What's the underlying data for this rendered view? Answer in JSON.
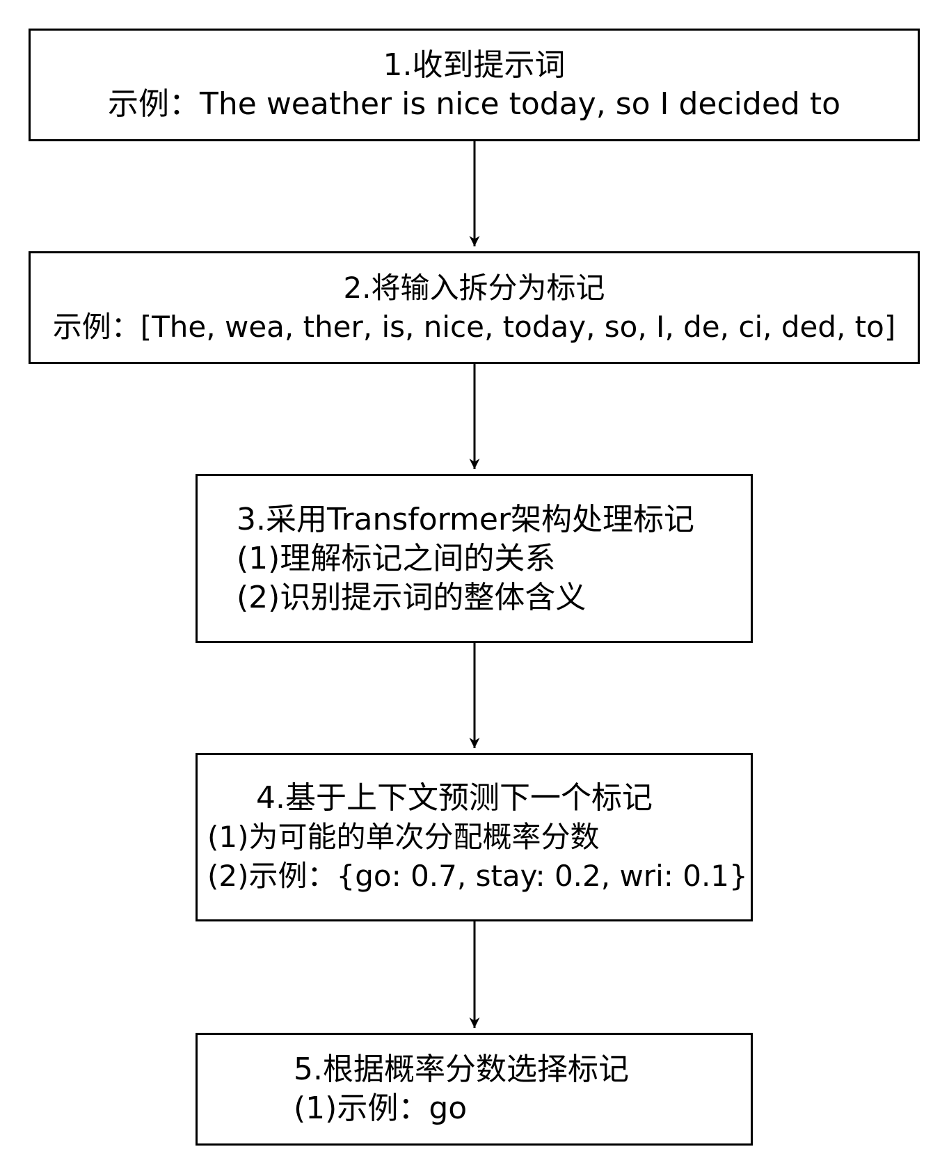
{
  "steps": [
    {
      "title": "1.收到提示词",
      "lines": [
        "示例：The weather is nice today, so I decided to"
      ]
    },
    {
      "title": "2.将输入拆分为标记",
      "lines": [
        "示例：[The, wea, ther, is, nice, today, so, I, de, ci, ded, to]"
      ]
    },
    {
      "title": "3.采用Transformer架构处理标记",
      "lines": [
        "(1)理解标记之间的关系",
        "(2)识别提示词的整体含义"
      ]
    },
    {
      "title": "4.基于上下文预测下一个标记",
      "lines": [
        "(1)为可能的单次分配概率分数",
        "(2)示例：{go: 0.7, stay: 0.2, wri: 0.1}"
      ]
    },
    {
      "title": "5.根据概率分数选择标记",
      "lines": [
        "(1)示例：go"
      ]
    }
  ]
}
